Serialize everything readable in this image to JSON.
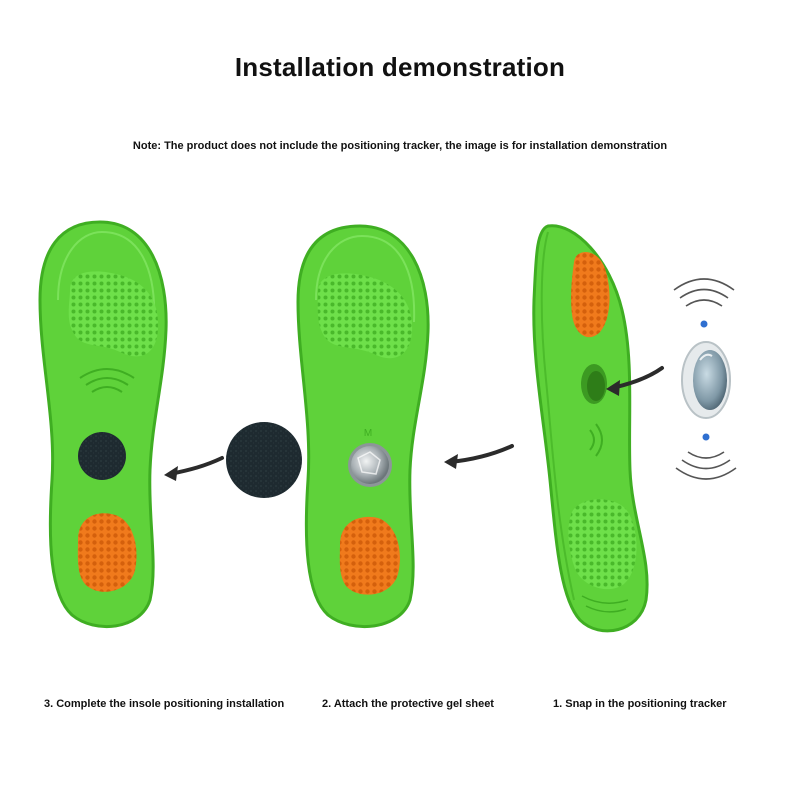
{
  "header": {
    "title": "Installation demonstration",
    "note": "Note: The product does not include the positioning tracker, the image is for installation demonstration"
  },
  "steps": [
    {
      "label": "3. Complete the insole positioning installation"
    },
    {
      "label": "2. Attach the protective gel sheet"
    },
    {
      "label": "1. Snap in the positioning tracker"
    }
  ],
  "insole": {
    "size_mark": "M"
  },
  "colors": {
    "insole_green": "#5fd23a",
    "insole_dark": "#3fae22",
    "pad_orange": "#f07a1c",
    "gel_black": "#1e2a30",
    "tracker_silver": "#c8d0d4",
    "signal_blue": "#2f6fd0"
  }
}
